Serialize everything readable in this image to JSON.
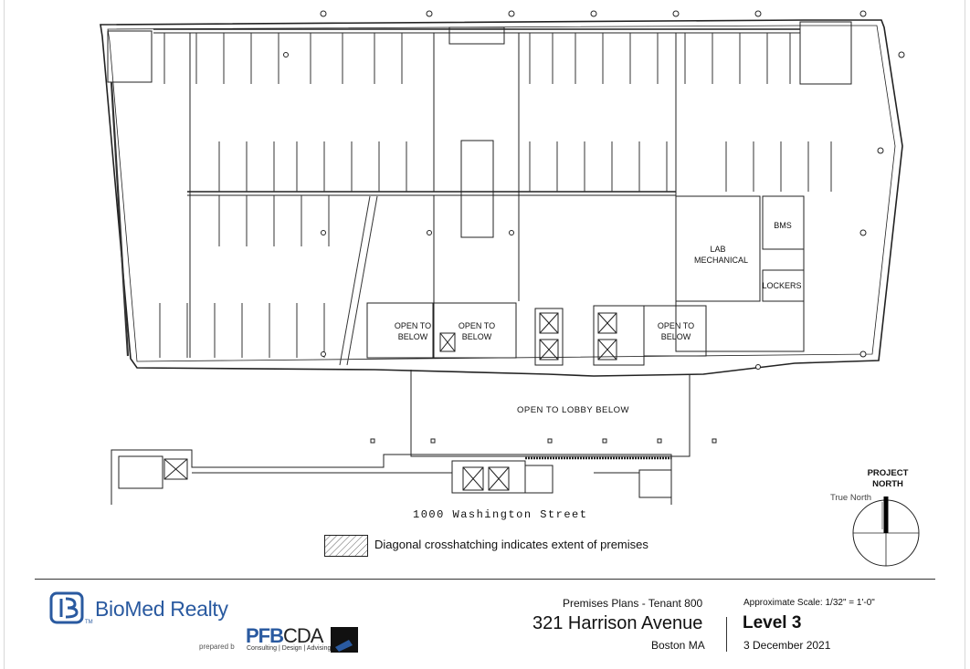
{
  "plan": {
    "rooms": {
      "lab_mechanical": "LAB\nMECHANICAL",
      "bms": "BMS",
      "lockers": "LOCKERS",
      "open_below_1": "OPEN TO\nBELOW",
      "open_below_2": "OPEN TO\nBELOW",
      "open_below_3": "OPEN TO\nBELOW",
      "open_lobby": "OPEN TO LOBBY BELOW"
    },
    "street_label": "1000 Washington Street"
  },
  "legend": {
    "text": "Diagonal crosshatching indicates extent of premises"
  },
  "north_arrow": {
    "title": "PROJECT\nNORTH",
    "true_north": "True North"
  },
  "title_block": {
    "logo_text": "BioMed Realty",
    "logo_tm": "TM",
    "prepared_by": "prepared b",
    "consultant_bold": "PFB",
    "consultant_rest": "CDA",
    "consultant_tagline": "Consulting | Design | Advising",
    "sheet_title": "Premises Plans - Tenant 800",
    "address": "321 Harrison Avenue",
    "city": "Boston  MA",
    "scale": "Approximate Scale:  1/32\" = 1'-0\"",
    "level": "Level 3",
    "date": "3 December 2021"
  },
  "colors": {
    "brand_blue": "#2a5aa0",
    "line": "#222222"
  }
}
